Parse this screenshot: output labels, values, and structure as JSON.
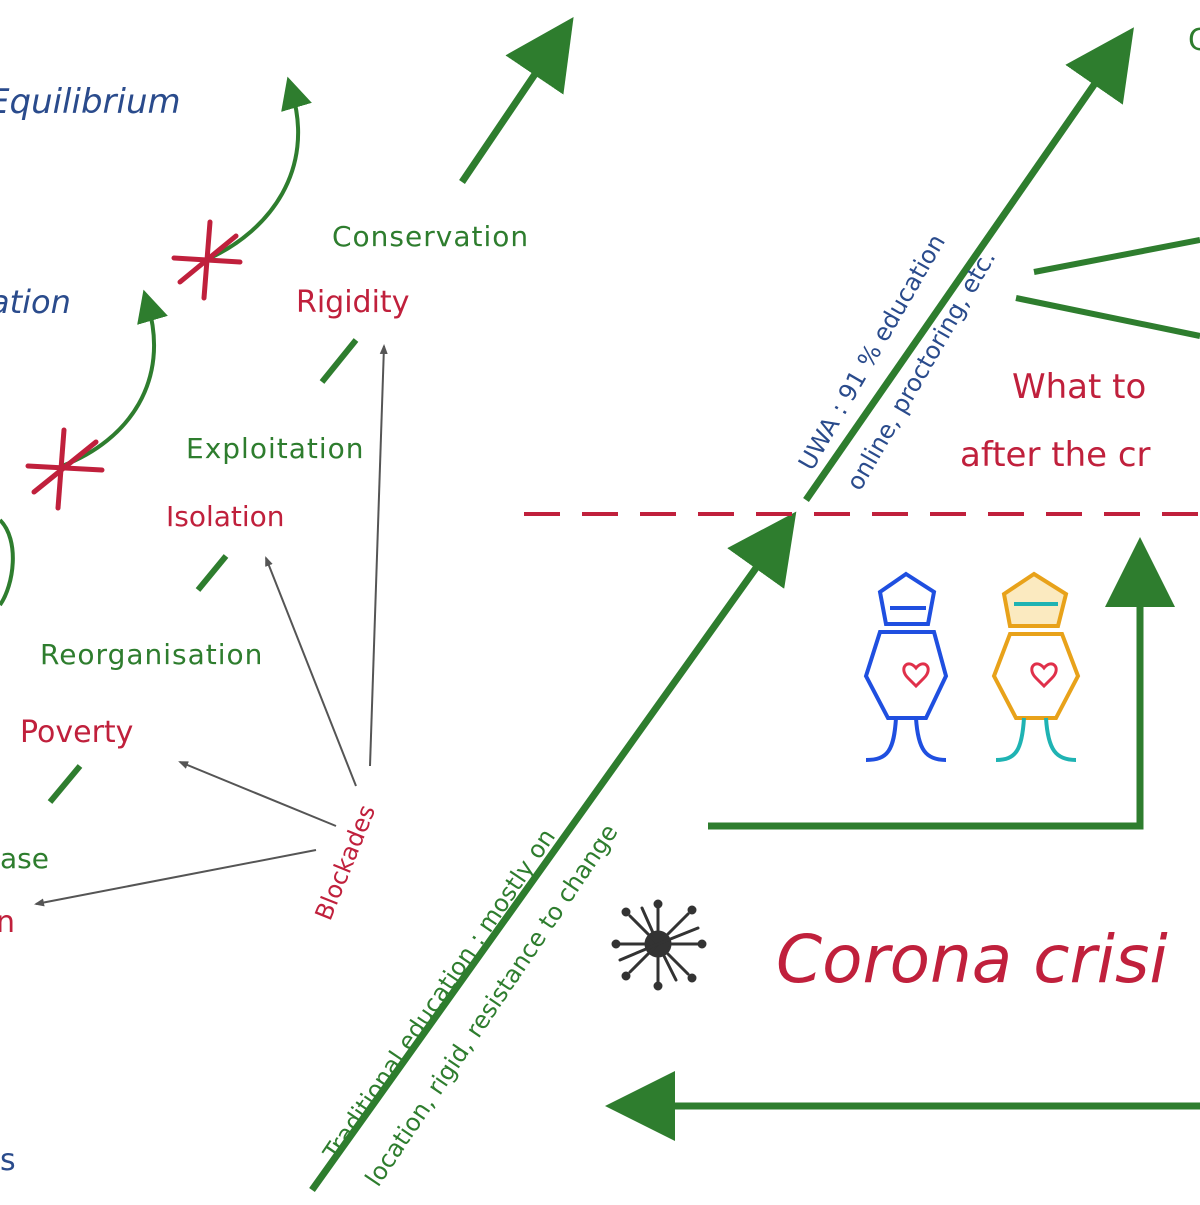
{
  "colors": {
    "green": "#2e7d2e",
    "red": "#c0203c",
    "blue": "#2a4b8c",
    "grey": "#555555",
    "figure_blue": "#1f4fe0",
    "figure_orange": "#e8a21a",
    "figure_teal": "#1fb3b3"
  },
  "cycle": {
    "equilibrium": "Equilibrium",
    "ation": "ation",
    "conservation": "Conservation",
    "rigidity": "Rigidity",
    "exploitation": "Exploitation",
    "isolation": "Isolation",
    "reorganisation": "Reorganisation",
    "poverty": "Poverty",
    "ase": "ase",
    "n": "n",
    "s": "s",
    "blockades": "Blockades"
  },
  "education": {
    "traditional_line1": "Traditional education : mostly on",
    "traditional_line2": "location, rigid, resistance to change",
    "uwa_line1": "UWA : 91 % education",
    "uwa_line2": "online, proctoring, etc."
  },
  "future": {
    "line1": "What to",
    "line2": "after the cr"
  },
  "crisis": {
    "title": "Corona crisi"
  },
  "top_right_glyph": "C",
  "icons": {
    "virus": "virus-icon",
    "person_a": "person-icon",
    "person_b": "person-icon",
    "heart": "heart-icon",
    "star": "asterisk-icon"
  }
}
